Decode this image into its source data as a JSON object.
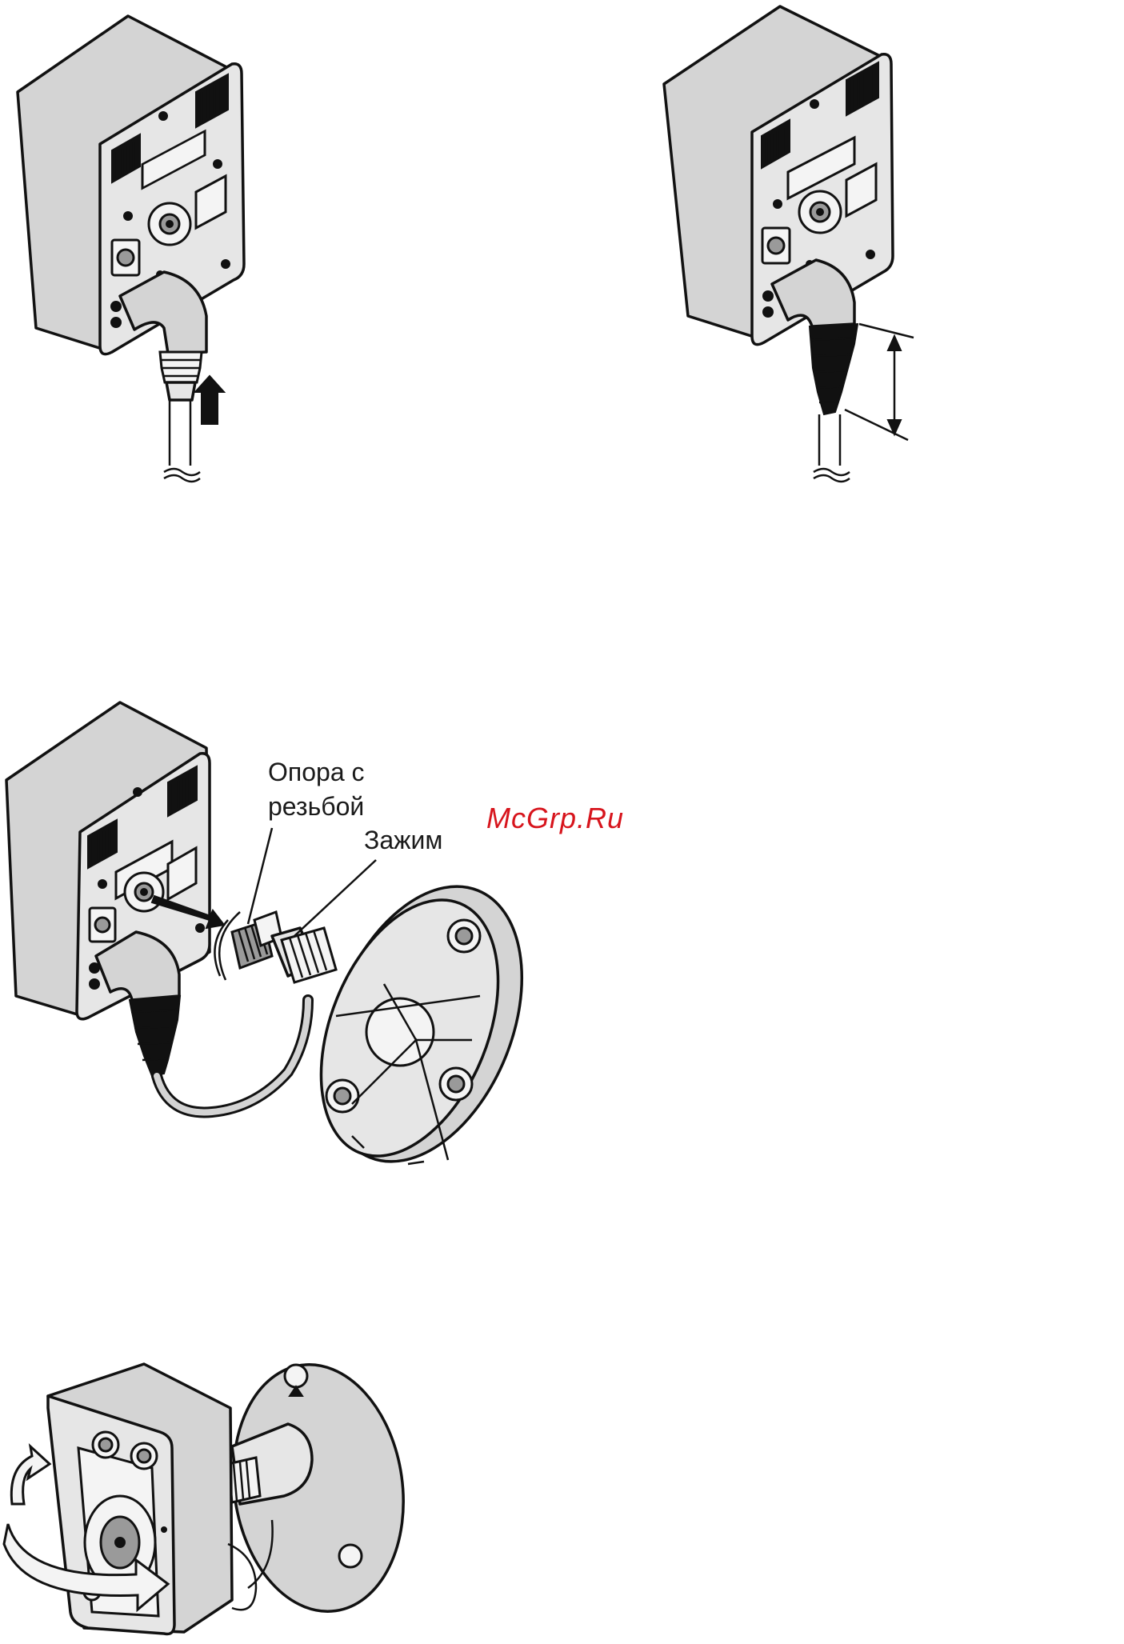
{
  "labels": {
    "threaded_support": [
      "Опора с",
      "резьбой"
    ],
    "clamp": "Зажим"
  },
  "watermark": "McGrp.Ru",
  "colors": {
    "body_gray": "#d4d4d4",
    "outline": "#111111",
    "watermark_red": "#d7141c"
  }
}
